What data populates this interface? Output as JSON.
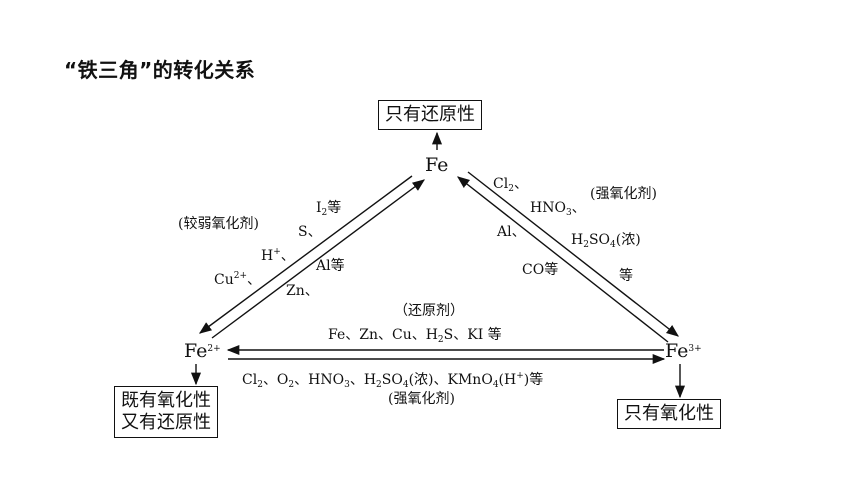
{
  "title": "“铁三角”的转化关系",
  "nodes": {
    "fe": "Fe",
    "fe2": {
      "base": "Fe",
      "sup": "2+"
    },
    "fe3": {
      "base": "Fe",
      "sup": "3+"
    }
  },
  "boxes": {
    "top": "只有还原性",
    "left_line1": "既有氧化性",
    "left_line2": "又有还原性",
    "right": "只有氧化性"
  },
  "left_edge": {
    "group_label": "(较弱氧化剂)",
    "i2_base": "I",
    "i2_sub": "2",
    "i2_suffix": "等",
    "s": "S、",
    "h_base": "H",
    "h_sup": "+",
    "h_suffix": "、",
    "cu_base": "Cu",
    "cu_sup": "2+",
    "cu_suffix": "、",
    "al": "Al等",
    "zn": "Zn、"
  },
  "right_edge": {
    "cl_base": "Cl",
    "cl_sub": "2",
    "cl_suffix": "、",
    "hno_base": "HNO",
    "hno_sub": "3",
    "hno_suffix": "、",
    "group_label": "(强氧化剂)",
    "al": "Al、",
    "h2so4_h": "H",
    "h2so4_sub1": "2",
    "h2so4_mid": "SO",
    "h2so4_sub2": "4",
    "h2so4_suffix": "(浓)",
    "co": "CO等",
    "deng": "等"
  },
  "bottom_edge": {
    "reductant_label": "（还原剂）",
    "reductants_a": "Fe、Zn、Cu、H",
    "reductants_sub": "2",
    "reductants_b": "S、KI 等",
    "ox_a": "Cl",
    "ox_sub1": "2",
    "ox_b": "、O",
    "ox_sub2": "2",
    "ox_c": "、HNO",
    "ox_sub3": "3",
    "ox_d": "、H",
    "ox_sub4": "2",
    "ox_e": "SO",
    "ox_sub5": "4",
    "ox_f": "(浓)、KMnO",
    "ox_sub6": "4",
    "ox_g": "(H",
    "ox_sup7": "+",
    "ox_h": ")等",
    "oxidant_label": "(强氧化剂)"
  }
}
